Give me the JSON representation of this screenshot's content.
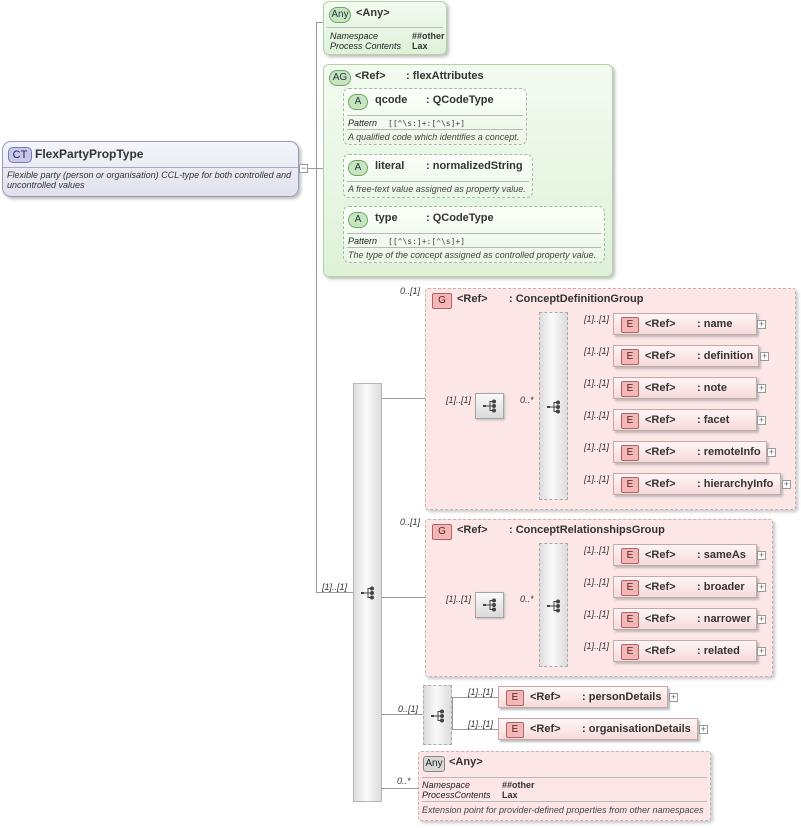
{
  "complex_type": {
    "badge": "CT",
    "name": "FlexPartyPropType",
    "documentation": "Flexible party (person or organisation) CCL-type for both controlled and uncontrolled values"
  },
  "any_top": {
    "badge": "Any",
    "label": "<Any>",
    "rows": [
      {
        "key": "Namespace",
        "value": "##other"
      },
      {
        "key": "Process Contents",
        "value": "Lax"
      }
    ]
  },
  "attribute_group": {
    "badge": "AG",
    "ref": "<Ref>",
    "name": ": flexAttributes",
    "attributes": [
      {
        "badge": "A",
        "name": "qcode",
        "type": ": QCodeType",
        "pattern_label": "Pattern",
        "pattern": "[[^\\s:]+:[^\\s]+]",
        "doc": "A qualified code which identifies a concept."
      },
      {
        "badge": "A",
        "name": "literal",
        "type": ": normalizedString",
        "pattern_label": "",
        "pattern": "",
        "doc": "A free-text value assigned as property value."
      },
      {
        "badge": "A",
        "name": "type",
        "type": ": QCodeType",
        "pattern_label": "Pattern",
        "pattern": "[[^\\s:]+:[^\\s]+]",
        "doc": "The type of the concept assigned as controlled property value."
      }
    ]
  },
  "sequence_occ": "[1]..[1]",
  "concept_definition_group": {
    "badge": "G",
    "occ": "0..[1]",
    "ref": "<Ref>",
    "name": ": ConceptDefinitionGroup",
    "seq_occ": "[1]..[1]",
    "choice_occ": "0..*",
    "elements": [
      {
        "badge": "E",
        "occ": "[1]..[1]",
        "ref": "<Ref>",
        "name": ": name"
      },
      {
        "badge": "E",
        "occ": "[1]..[1]",
        "ref": "<Ref>",
        "name": ": definition"
      },
      {
        "badge": "E",
        "occ": "[1]..[1]",
        "ref": "<Ref>",
        "name": ": note"
      },
      {
        "badge": "E",
        "occ": "[1]..[1]",
        "ref": "<Ref>",
        "name": ": facet"
      },
      {
        "badge": "E",
        "occ": "[1]..[1]",
        "ref": "<Ref>",
        "name": ": remoteInfo"
      },
      {
        "badge": "E",
        "occ": "[1]..[1]",
        "ref": "<Ref>",
        "name": ": hierarchyInfo"
      }
    ]
  },
  "concept_relationships_group": {
    "badge": "G",
    "occ": "0..[1]",
    "ref": "<Ref>",
    "name": ": ConceptRelationshipsGroup",
    "seq_occ": "[1]..[1]",
    "choice_occ": "0..*",
    "elements": [
      {
        "badge": "E",
        "occ": "[1]..[1]",
        "ref": "<Ref>",
        "name": ": sameAs"
      },
      {
        "badge": "E",
        "occ": "[1]..[1]",
        "ref": "<Ref>",
        "name": ": broader"
      },
      {
        "badge": "E",
        "occ": "[1]..[1]",
        "ref": "<Ref>",
        "name": ": narrower"
      },
      {
        "badge": "E",
        "occ": "[1]..[1]",
        "ref": "<Ref>",
        "name": ": related"
      }
    ]
  },
  "party_choice": {
    "occ": "0..[1]",
    "elements": [
      {
        "badge": "E",
        "occ": "[1]..[1]",
        "ref": "<Ref>",
        "name": ": personDetails"
      },
      {
        "badge": "E",
        "occ": "[1]..[1]",
        "ref": "<Ref>",
        "name": ": organisationDetails"
      }
    ]
  },
  "any_bottom": {
    "badge": "Any",
    "occ": "0..*",
    "label": "<Any>",
    "rows": [
      {
        "key": "Namespace",
        "value": "##other"
      },
      {
        "key": "ProcessContents",
        "value": "Lax"
      }
    ],
    "doc": "Extension point for provider-defined properties from other namespaces"
  }
}
